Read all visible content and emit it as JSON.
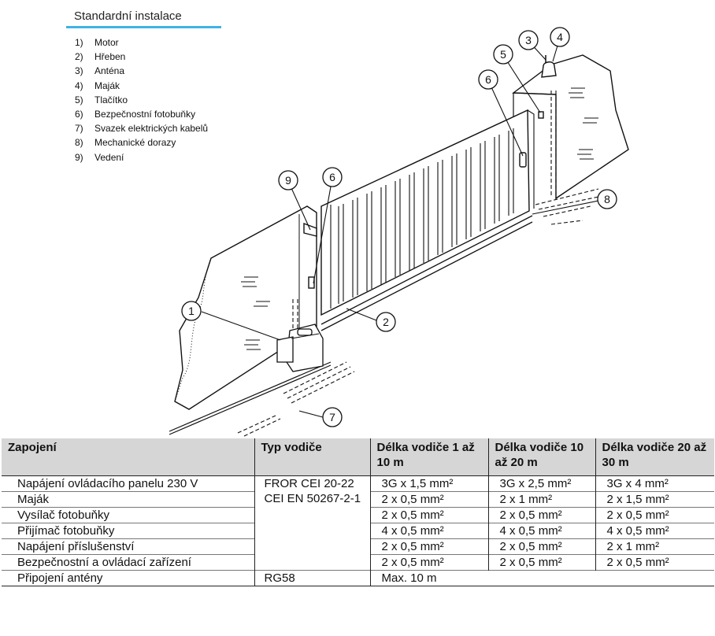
{
  "heading": "Standardní instalace",
  "legend": [
    {
      "num": "1)",
      "label": "Motor"
    },
    {
      "num": "2)",
      "label": "Hřeben"
    },
    {
      "num": "3)",
      "label": "Anténa"
    },
    {
      "num": "4)",
      "label": "Maják"
    },
    {
      "num": "5)",
      "label": "Tlačítko"
    },
    {
      "num": "6)",
      "label": "Bezpečnostní fotobuňky"
    },
    {
      "num": "7)",
      "label": "Svazek elektrických kabelů"
    },
    {
      "num": "8)",
      "label": "Mechanické dorazy"
    },
    {
      "num": "9)",
      "label": "Vedení"
    }
  ],
  "callouts": [
    "1",
    "2",
    "3",
    "4",
    "5",
    "6",
    "6",
    "7",
    "8",
    "9"
  ],
  "table": {
    "headers": [
      "Zapojení",
      "Typ vodiče",
      "Délka vodiče 1 až 10 m",
      "Délka vodiče 10 až 20 m",
      "Délka vodiče 20 až 30 m"
    ],
    "cable_type": "FROR CEI 20-22 CEI EN 50267-2-1",
    "rows": [
      {
        "name": "Napájení ovládacího panelu 230 V",
        "l1": "3G x 1,5 mm²",
        "l2": "3G x 2,5 mm²",
        "l3": "3G x 4 mm²"
      },
      {
        "name": "Maják",
        "l1": "2 x 0,5 mm²",
        "l2": "2 x 1 mm²",
        "l3": "2 x 1,5 mm²"
      },
      {
        "name": "Vysílač fotobuňky",
        "l1": "2 x 0,5 mm²",
        "l2": "2 x 0,5 mm²",
        "l3": "2 x 0,5 mm²"
      },
      {
        "name": "Přijímač fotobuňky",
        "l1": "4 x 0,5 mm²",
        "l2": "4 x 0,5 mm²",
        "l3": "4 x 0,5 mm²"
      },
      {
        "name": "Napájení příslušenství",
        "l1": "2 x 0,5 mm²",
        "l2": "2 x 0,5 mm²",
        "l3": "2 x 1 mm²"
      },
      {
        "name": "Bezpečnostní a ovládací zařízení",
        "l1": "2 x 0,5 mm²",
        "l2": "2 x 0,5 mm²",
        "l3": "2 x 0,5 mm²"
      }
    ],
    "antenna_row": {
      "name": "Připojení antény",
      "type": "RG58",
      "length": "Max. 10 m"
    }
  }
}
